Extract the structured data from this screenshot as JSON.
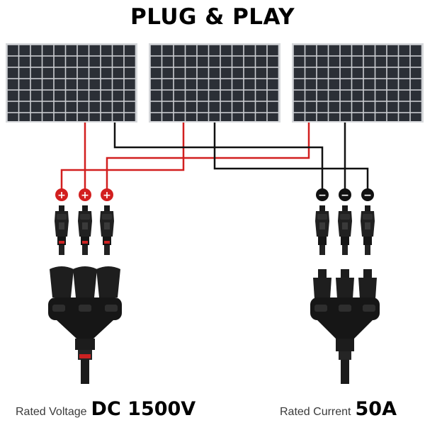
{
  "title": "PLUG & PLAY",
  "specs": {
    "voltage_label": "Rated Voltage",
    "voltage_value": "DC 1500V",
    "current_label": "Rated Current",
    "current_value": "50A"
  },
  "panels": {
    "count": 3
  },
  "terminals": {
    "positive_symbol": "+",
    "negative_symbol": "−"
  },
  "colors": {
    "background": "#ffffff",
    "panel_cell": "#2b2f36",
    "panel_frame": "#c9ccd0",
    "positive_wire": "#d21f1f",
    "negative_wire": "#111111",
    "connector": "#1c1c1c"
  },
  "icons": {
    "solar_panel": "solar-panel-icon",
    "connector": "mc4-connector-icon",
    "branch": "t-branch-connector-icon"
  }
}
